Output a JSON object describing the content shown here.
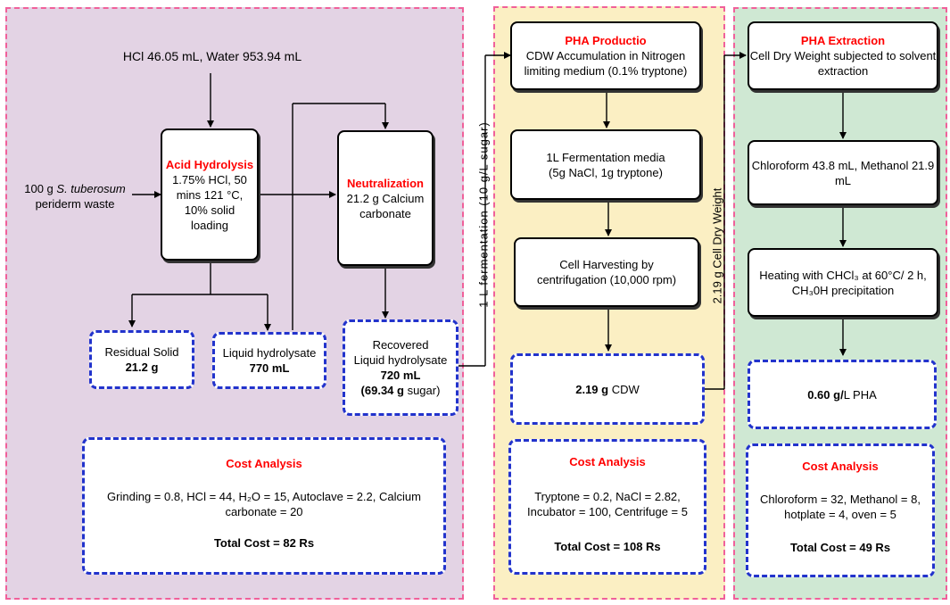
{
  "hydrolysis": {
    "input_top": "HCl 46.05 mL, Water 953.94 mL",
    "input_left_prefix": "100 g ",
    "input_left_italic": "S. tuberosum",
    "input_left_suffix": "periderm waste",
    "acid": {
      "title": "Acid Hydrolysis",
      "l1": "1.75% HCl, 50",
      "l2": "mins 121 °C,",
      "l3": "10% solid",
      "l4": "loading"
    },
    "neutral": {
      "title": "Neutralization",
      "l1": "21.2 g Calcium",
      "l2": "carbonate"
    },
    "residual": {
      "label": "Residual Solid",
      "value": "21.2 g"
    },
    "liquid": {
      "label": "Liquid hydrolysate",
      "value": "770 mL"
    },
    "recovered": {
      "l1": "Recovered",
      "l2": "Liquid hydrolysate",
      "l3": "720 mL",
      "l4_bold": "(69.34 g",
      "l4_rest": " sugar)"
    },
    "cost": {
      "title": "Cost Analysis",
      "l1": "Grinding = 0.8, HCl = 44, H₂O = 15, Autoclave = 2.2, Calcium",
      "l2": "carbonate = 20",
      "total": "Total Cost = 82 Rs"
    }
  },
  "transfer1": "1 L fermentation (10 g/L sugar)",
  "transfer2": "2.19 g Cell Dry Weight",
  "production": {
    "box1_title": "PHA Productio",
    "box1_l1": "CDW Accumulation in Nitrogen",
    "box1_l2": "limiting medium (0.1% tryptone)",
    "box2_l1": "1L Fermentation media",
    "box2_l2": "(5g NaCl, 1g tryptone)",
    "box3_l1": "Cell Harvesting by",
    "box3_l2": "centrifugation (10,000 rpm)",
    "result_bold": "2.19 g",
    "result_rest": " CDW",
    "cost": {
      "title": "Cost Analysis",
      "l1": "Tryptone = 0.2, NaCl = 2.82,",
      "l2": "Incubator = 100, Centrifuge = 5",
      "total": "Total Cost = 108 Rs"
    }
  },
  "extraction": {
    "box1_title": "PHA Extraction",
    "box1_l1": "Cell Dry Weight subjected to solvent",
    "box1_l2": "extraction",
    "box2_l1": "Chloroform 43.8 mL, Methanol 21.9",
    "box2_l2": "mL",
    "box3_l1": "Heating with CHCl₃ at 60°C/ 2 h,",
    "box3_l2": "CH₃0H precipitation",
    "result_bold": "0.60 g/",
    "result_rest": "L PHA",
    "cost": {
      "title": "Cost Analysis",
      "l1": "Chloroform = 32, Methanol = 8,",
      "l2": "hotplate =  4, oven = 5",
      "total": "Total Cost = 49 Rs"
    }
  }
}
